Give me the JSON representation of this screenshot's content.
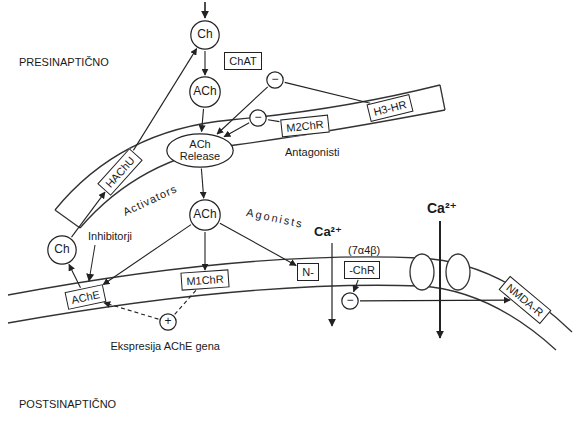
{
  "diagram": {
    "nodes": [
      {
        "text": [
          "Ch"
        ]
      },
      {
        "text": [
          "ChAT"
        ]
      },
      {
        "text": [
          "ACh"
        ]
      },
      {
        "text": [
          "−"
        ]
      },
      {
        "text": [
          "H3-HR"
        ]
      },
      {
        "text": [
          "HAChU"
        ]
      },
      {
        "text": [
          "ACh Release"
        ]
      },
      {
        "text": [
          "−"
        ]
      },
      {
        "text": [
          "M2ChR"
        ]
      },
      {
        "text": [
          "ACh"
        ]
      },
      {
        "text": [
          "Ch"
        ]
      },
      {
        "text": [
          "AChE"
        ]
      },
      {
        "text": [
          "M1ChR"
        ]
      },
      {
        "text": [
          "N-"
        ]
      },
      {
        "text": [
          "-ChR"
        ]
      },
      {
        "text": [
          "−"
        ]
      },
      {
        "text": [
          "NMDA-R"
        ]
      },
      {
        "text": [
          "+"
        ]
      }
    ],
    "edges": [
      {
        "from": 5,
        "to": 0,
        "arrow": "to"
      },
      {
        "from": 0,
        "to": 2,
        "arrow": "to"
      },
      {
        "from": 2,
        "to": 6,
        "arrow": "to"
      },
      {
        "from": 4,
        "to": 3,
        "arrow": "none"
      },
      {
        "from": 3,
        "to": 6,
        "arrow": "to"
      },
      {
        "from": 8,
        "to": 7,
        "arrow": "none"
      },
      {
        "from": 7,
        "to": 6,
        "arrow": "to"
      },
      {
        "from": 6,
        "to": 9,
        "arrow": "to"
      },
      {
        "from": 9,
        "to": 11,
        "arrow": "to"
      },
      {
        "from": 9,
        "to": 12,
        "arrow": "to"
      },
      {
        "from": 9,
        "to": 13,
        "arrow": "to"
      },
      {
        "from": 11,
        "to": 10,
        "arrow": "to"
      },
      {
        "from": 10,
        "to": 5,
        "arrow": "to"
      },
      {
        "from": 12,
        "to": 17,
        "arrow": "none"
      },
      {
        "from": 17,
        "to": 11,
        "arrow": "to"
      },
      {
        "from": 14,
        "to": 15,
        "arrow": "to"
      },
      {
        "from": 15,
        "to": 16,
        "arrow": "to"
      }
    ],
    "labels": [
      "PRESINAPTIČNO",
      "Activators",
      "Antagonisti",
      "Inhibitorji",
      "Agonists",
      "Ca²⁺",
      "(7α4β)",
      "Ca²⁺",
      "Ekspresija AChE gena",
      "POSTSINAPTIČNO"
    ]
  }
}
